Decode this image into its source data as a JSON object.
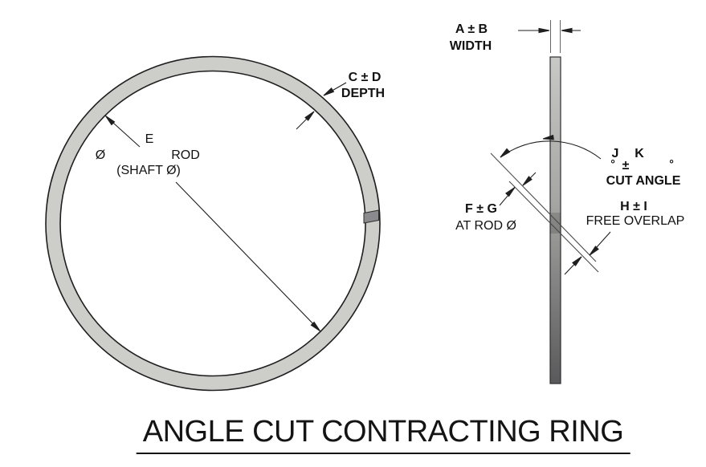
{
  "title": "ANGLE CUT CONTRACTING RING",
  "front_view": {
    "depth_dim": {
      "tolerance": "C ± D",
      "label": "DEPTH"
    },
    "diameter_dim": {
      "letter": "E",
      "diameter_symbol": "Ø",
      "rod": "ROD",
      "shaft": "(SHAFT Ø)"
    }
  },
  "side_view": {
    "width_dim": {
      "tolerance": "A ± B",
      "label": "WIDTH"
    },
    "cut_angle_dim": {
      "j": "J",
      "k": "K",
      "plus_minus": "±",
      "degree_left": "°",
      "degree_right": "°",
      "label": "CUT ANGLE"
    },
    "rod_gap_dim": {
      "tolerance": "F ± G",
      "label": "AT ROD Ø"
    },
    "overlap_dim": {
      "tolerance": "H ± I",
      "label": "FREE OVERLAP"
    }
  },
  "colors": {
    "background": "#ffffff",
    "ring_fill": "#cdcdca",
    "ring_cut_fill": "#8a8a8c",
    "bar_gradient_top": "#c8c8c6",
    "bar_gradient_bottom": "#59595b",
    "line": "#1f1f1f",
    "text": "#111111"
  }
}
